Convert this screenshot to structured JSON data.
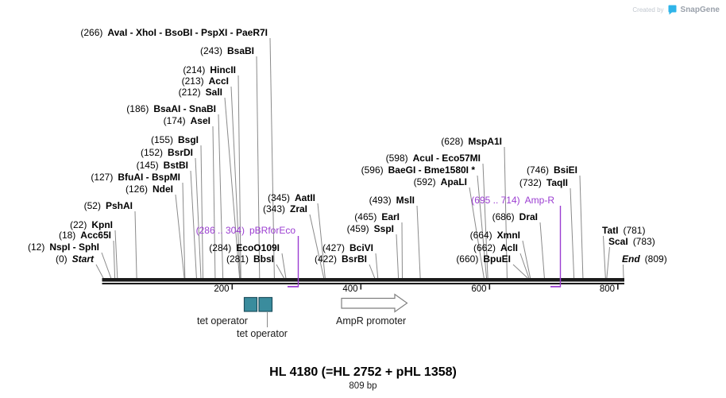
{
  "watermark": {
    "created_by": "Created by",
    "brand": "SnapGene"
  },
  "title": {
    "main": "HL 4180 (=HL 2752 + pHL 1358)",
    "subtitle": "809 bp"
  },
  "map": {
    "ruler_ticks": [
      "200",
      "400",
      "600",
      "800"
    ],
    "sites": [
      {
        "pos": "(266)",
        "name": "AvaI - XhoI - BsoBI - PspXI - PaeR7I"
      },
      {
        "pos": "(243)",
        "name": "BsaBI"
      },
      {
        "pos": "(214)",
        "name": "HincII"
      },
      {
        "pos": "(213)",
        "name": "AccI"
      },
      {
        "pos": "(212)",
        "name": "SalI"
      },
      {
        "pos": "(186)",
        "name": "BsaAI - SnaBI"
      },
      {
        "pos": "(174)",
        "name": "AseI"
      },
      {
        "pos": "(155)",
        "name": "BsgI"
      },
      {
        "pos": "(152)",
        "name": "BsrDI"
      },
      {
        "pos": "(145)",
        "name": "BstBI"
      },
      {
        "pos": "(127)",
        "name": "BfuAI - BspMI"
      },
      {
        "pos": "(126)",
        "name": "NdeI"
      },
      {
        "pos": "(52)",
        "name": "PshAI"
      },
      {
        "pos": "(22)",
        "name": "KpnI"
      },
      {
        "pos": "(18)",
        "name": "Acc65I"
      },
      {
        "pos": "(12)",
        "name": "NspI - SphI"
      },
      {
        "pos": "(0)",
        "name": "Start",
        "italic": true
      },
      {
        "pos": "(345)",
        "name": "AatII"
      },
      {
        "pos": "(343)",
        "name": "ZraI"
      },
      {
        "pos": "(284)",
        "name": "EcoO109I"
      },
      {
        "pos": "(281)",
        "name": "BbsI"
      },
      {
        "pos": "(427)",
        "name": "BciVI"
      },
      {
        "pos": "(422)",
        "name": "BsrBI"
      },
      {
        "pos": "(465)",
        "name": "EarI"
      },
      {
        "pos": "(459)",
        "name": "SspI"
      },
      {
        "pos": "(493)",
        "name": "MslI"
      },
      {
        "pos": "(628)",
        "name": "MspA1I"
      },
      {
        "pos": "(598)",
        "name": "AcuI - Eco57MI"
      },
      {
        "pos": "(596)",
        "name": "BaeGI - Bme1580I *"
      },
      {
        "pos": "(592)",
        "name": "ApaLI"
      },
      {
        "pos": "(686)",
        "name": "DraI"
      },
      {
        "pos": "(664)",
        "name": "XmnI"
      },
      {
        "pos": "(662)",
        "name": "AclI"
      },
      {
        "pos": "(660)",
        "name": "BpuEI"
      },
      {
        "pos": "(746)",
        "name": "BsiEI"
      },
      {
        "pos": "(732)",
        "name": "TaqII"
      },
      {
        "pos": "(781)",
        "name": "TatI",
        "name_first": true
      },
      {
        "pos": "(783)",
        "name": "ScaI",
        "name_first": true
      },
      {
        "pos": "(809)",
        "name": "End",
        "name_first": true,
        "italic": true
      }
    ],
    "primers": [
      {
        "range": "(286 .. 304)",
        "name": "pBRforEco"
      },
      {
        "range": "(695 .. 714)",
        "name": "Amp-R"
      }
    ],
    "features": [
      {
        "label": "tet operator",
        "type": "box"
      },
      {
        "label": "tet operator",
        "type": "box"
      },
      {
        "label": "AmpR promoter",
        "type": "promoter-arrow"
      }
    ]
  },
  "colors": {
    "primer": "#9b3dd1",
    "feature_box": "#3a8c9d",
    "feature_box_border": "#1d4f5e",
    "leader_line": "#8a8a8a",
    "sequence_line": "#1a1a1a",
    "arrow_outline": "#7f7f7f",
    "watermark_text": "#c2c8d0",
    "watermark_brand": "#9aa1ab",
    "logo_blue": "#2fb4e9"
  }
}
